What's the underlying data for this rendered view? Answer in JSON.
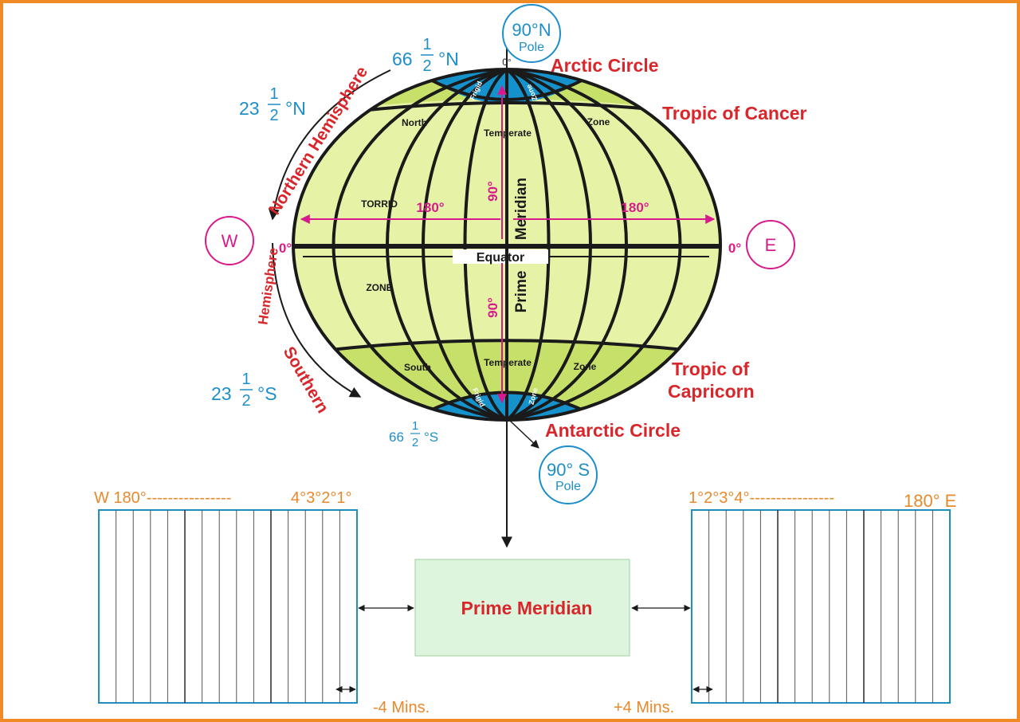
{
  "colors": {
    "frame": "#f08a24",
    "globe_fill": "#e6f2a6",
    "band_fill": "#c7e06a",
    "frigid_fill": "#1592cc",
    "outline": "#1a1a1a",
    "heading_red": "#d9262b",
    "latitude_blue": "#1d8ec9",
    "angle_magenta": "#d81b8c",
    "time_orange": "#e8892b",
    "prime_box_fill": "#dcf5dc"
  },
  "poles": {
    "north": {
      "value": "90°N",
      "label": "Pole"
    },
    "south": {
      "value": "90° S",
      "label": "Pole"
    }
  },
  "latitudes": {
    "arctic_circle": "Arctic Circle",
    "tropic_cancer": "Tropic of Cancer",
    "tropic_capricorn_1": "Tropic of",
    "tropic_capricorn_2": "Capricorn",
    "antarctic_circle": "Antarctic Circle",
    "n66": {
      "whole": "66",
      "num": "1",
      "den": "2",
      "unit": "°N"
    },
    "n23": {
      "whole": "23",
      "num": "1",
      "den": "2",
      "unit": "°N"
    },
    "s23": {
      "whole": "23",
      "num": "1",
      "den": "2",
      "unit": "°S"
    },
    "s66": {
      "whole": "66",
      "num": "1",
      "den": "2",
      "unit": "°S"
    }
  },
  "hemispheres": {
    "northern": "Northern Hemisphere",
    "southern_1": "Hemisphere",
    "southern_2": "Southern"
  },
  "directions": {
    "west": "W",
    "east": "E"
  },
  "degrees": {
    "zero": "0°",
    "top_zero": "0°",
    "west_180": "180°",
    "east_180": "180°",
    "north_90": "90°",
    "south_90": "90°"
  },
  "globe_labels": {
    "equator": "Equator",
    "prime_meridian_upper": "Meridian",
    "prime_meridian_lower": "Prime",
    "north": "North",
    "temperate_north": "Temperate",
    "zone_north": "Zone",
    "torrid": "TORRID",
    "torrid_zone": "ZONE",
    "south": "South",
    "temperate_south": "Temperate",
    "zone_south": "Zone",
    "frigid_n": "Frigid",
    "frigid_zone_n": "Zone",
    "frigid_s": "Frigid",
    "frigid_zone_s": "Zone"
  },
  "time_panels": {
    "west_head_left": "W 180°----------------",
    "west_head_right": "4°3°2°1°",
    "east_head_left": "1°2°3°4°----------------",
    "east_head_right": "180° E",
    "west_offset": "-4 Mins.",
    "east_offset": "+4 Mins.",
    "center_box": "Prime Meridian"
  }
}
